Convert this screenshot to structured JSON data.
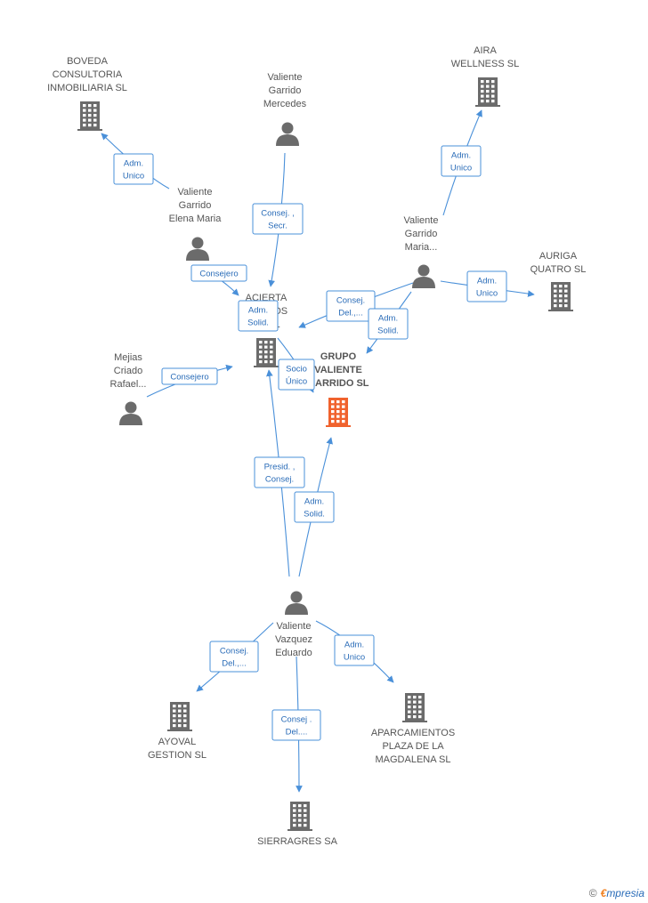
{
  "nodes": [
    {
      "id": "boveda",
      "kind": "company",
      "lines": [
        "BOVEDA",
        "CONSULTORIA",
        "INMOBILIARIA SL"
      ]
    },
    {
      "id": "mercedes",
      "kind": "person",
      "lines": [
        "Valiente",
        "Garrido",
        "Mercedes"
      ]
    },
    {
      "id": "aira",
      "kind": "company",
      "lines": [
        "AIRA",
        "WELLNESS  SL"
      ]
    },
    {
      "id": "elena",
      "kind": "person",
      "lines": [
        "Valiente",
        "Garrido",
        "Elena Maria"
      ]
    },
    {
      "id": "maria",
      "kind": "person",
      "lines": [
        "Valiente",
        "Garrido",
        "Maria..."
      ]
    },
    {
      "id": "auriga",
      "kind": "company",
      "lines": [
        "AURIGA",
        "QUATRO SL"
      ]
    },
    {
      "id": "acierta",
      "kind": "company",
      "lines": [
        "ACIERTA",
        "ACTIVOS",
        "AS  SL"
      ]
    },
    {
      "id": "grupo",
      "kind": "main",
      "lines": [
        "GRUPO",
        "VALIENTE",
        "GARRIDO SL"
      ]
    },
    {
      "id": "mejias",
      "kind": "person",
      "lines": [
        "Mejias",
        "Criado",
        "Rafael..."
      ]
    },
    {
      "id": "eduardo",
      "kind": "person",
      "lines": [
        "Valiente",
        "Vazquez",
        "Eduardo"
      ]
    },
    {
      "id": "ayoval",
      "kind": "company",
      "lines": [
        "AYOVAL",
        "GESTION SL"
      ]
    },
    {
      "id": "aparcamientos",
      "kind": "company",
      "lines": [
        "APARCAMIENTOS",
        "PLAZA DE LA",
        "MAGDALENA SL"
      ]
    },
    {
      "id": "sierragres",
      "kind": "company",
      "lines": [
        "SIERRAGRES SA"
      ]
    }
  ],
  "relations": [
    {
      "id": "r1",
      "lines": [
        "Adm.",
        "Unico"
      ]
    },
    {
      "id": "r2",
      "lines": [
        "Consej. ,",
        "Secr."
      ]
    },
    {
      "id": "r3",
      "lines": [
        "Adm.",
        "Unico"
      ]
    },
    {
      "id": "r4",
      "lines": [
        "Consejero"
      ]
    },
    {
      "id": "r5",
      "lines": [
        "Adm.",
        "Solid."
      ]
    },
    {
      "id": "r6",
      "lines": [
        "Consej.",
        "Del.,..."
      ]
    },
    {
      "id": "r7",
      "lines": [
        "Adm.",
        "Solid."
      ]
    },
    {
      "id": "r8",
      "lines": [
        "Adm.",
        "Unico"
      ]
    },
    {
      "id": "r9",
      "lines": [
        "Socio",
        "Único"
      ]
    },
    {
      "id": "r10",
      "lines": [
        "Consejero"
      ]
    },
    {
      "id": "r11",
      "lines": [
        "Presid. ,",
        "Consej."
      ]
    },
    {
      "id": "r12",
      "lines": [
        "Adm.",
        "Solid."
      ]
    },
    {
      "id": "r13",
      "lines": [
        "Consej.",
        "Del.,..."
      ]
    },
    {
      "id": "r14",
      "lines": [
        "Adm.",
        "Unico"
      ]
    },
    {
      "id": "r15",
      "lines": [
        "Consej .",
        "Del...."
      ]
    }
  ],
  "colors": {
    "edge": "#4a90d9",
    "company_icon": "#6b6b6b",
    "main_company_icon": "#f0622d",
    "person_icon": "#6b6b6b",
    "relation_text": "#2a6cb8"
  },
  "footer": {
    "copyright_symbol": "©",
    "brand_initial": "€",
    "brand_rest": "mpresia"
  }
}
